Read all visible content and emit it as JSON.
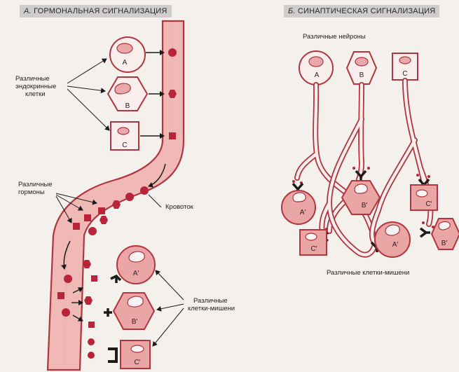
{
  "panel_a": {
    "letter": "А.",
    "title": "ГОРМОНАЛЬНАЯ СИГНАЛИЗАЦИЯ",
    "endocrine_label": [
      "Различные",
      "эндокринные",
      "клетки"
    ],
    "hormones_label": [
      "Различные",
      "гормоны"
    ],
    "bloodstream_label": "Кровоток",
    "targets_label": [
      "Различные",
      "клетки-мишени"
    ],
    "cells": [
      "A",
      "B",
      "C"
    ],
    "target_cells": [
      "A′",
      "B′",
      "C′"
    ]
  },
  "panel_b": {
    "letter": "Б.",
    "title": "СИНАПТИЧЕСКАЯ СИГНАЛИЗАЦИЯ",
    "neurons_label": "Различные нейроны",
    "targets_label": "Различные клетки-мишени",
    "neurons": [
      "A",
      "B",
      "C"
    ],
    "target_cells": [
      "A′",
      "B′",
      "C′",
      "C′",
      "A′",
      "B′"
    ]
  },
  "colors": {
    "vessel": "#f0b9b6",
    "outline": "#b2343d",
    "hormone": "#b8243a",
    "cell_fill": "#f9eeec",
    "target_fill": "#eaa5a5",
    "nucleus": "#e9a8ac",
    "receptor": "#1c1c1c",
    "header_bg": "#cfcdcb"
  }
}
